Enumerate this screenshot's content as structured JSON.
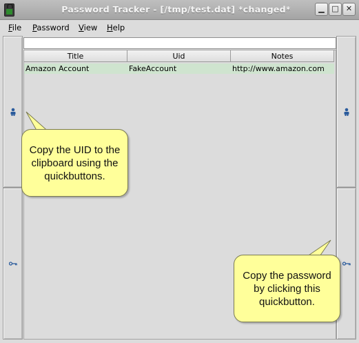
{
  "window": {
    "title": "Password Tracker - [/tmp/test.dat] *changed*",
    "controls": {
      "minimize": "▁",
      "maximize": "□",
      "close": "✕"
    }
  },
  "menu": [
    {
      "underline": "F",
      "rest": "ile"
    },
    {
      "underline": "P",
      "rest": "assword"
    },
    {
      "underline": "V",
      "rest": "iew"
    },
    {
      "underline": "H",
      "rest": "elp"
    }
  ],
  "search": {
    "value": ""
  },
  "table": {
    "columns": [
      "Title",
      "Uid",
      "Notes"
    ],
    "rows": [
      {
        "title": "Amazon Account",
        "uid": "FakeAccount",
        "notes": "http://www.amazon.com"
      }
    ]
  },
  "quickbuttons": {
    "uid_icon": "user-icon",
    "password_icon": "key-icon"
  },
  "callouts": {
    "uid": "Copy the UID to the clipboard using the quickbuttons.",
    "password": "Copy the password by clicking this quickbutton."
  },
  "colors": {
    "selected_row": "#cfe4cf",
    "callout_fill": "#ffff9a",
    "icon_blue": "#2a5b9c"
  }
}
